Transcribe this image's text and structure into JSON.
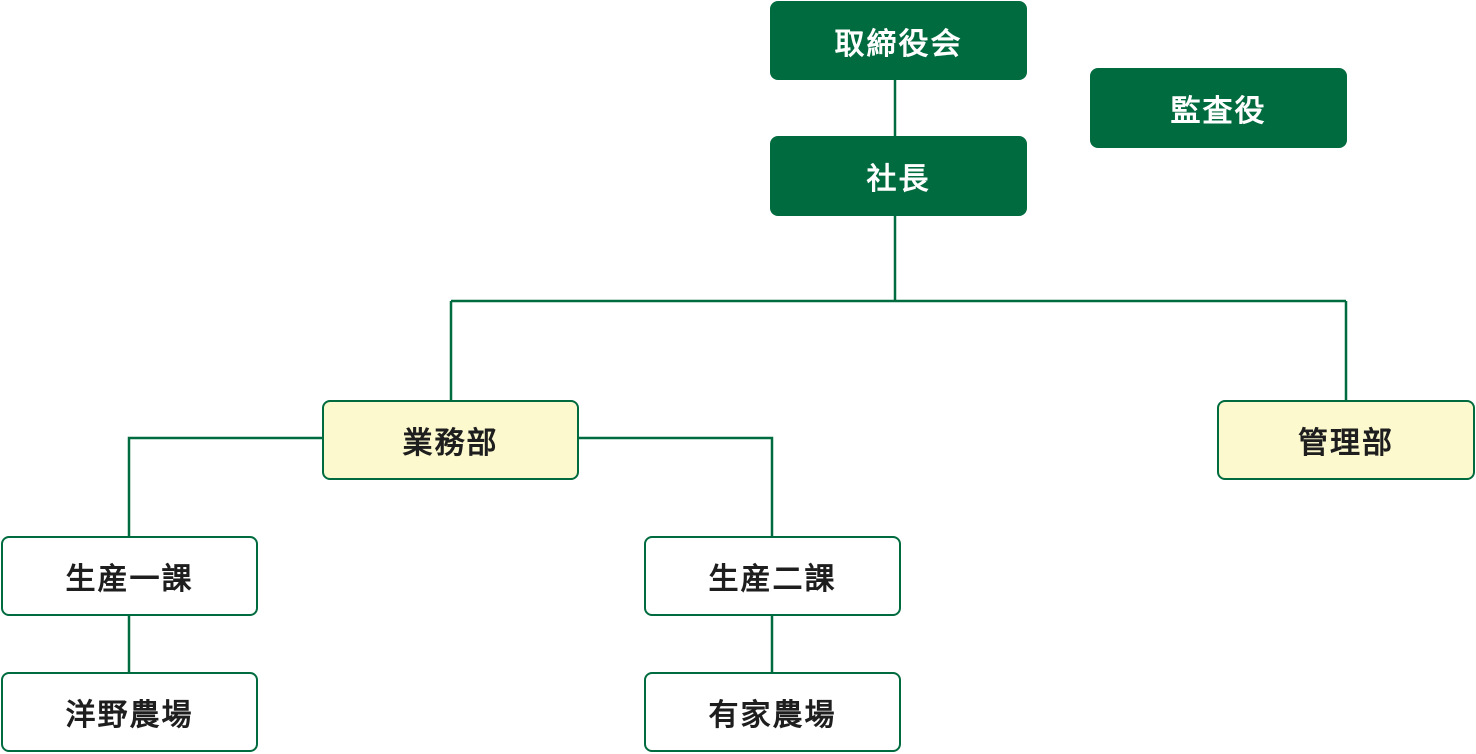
{
  "colors": {
    "primary": "#006b3f",
    "department_fill": "#fcf9cf",
    "section_fill": "#ffffff",
    "connector": "#006b3f"
  },
  "org": {
    "board": "取締役会",
    "auditor": "監査役",
    "president": "社長",
    "departments": [
      {
        "label": "業務部"
      },
      {
        "label": "管理部"
      }
    ],
    "sections": [
      {
        "label": "生産一課",
        "farm": "洋野農場"
      },
      {
        "label": "生産二課",
        "farm": "有家農場"
      }
    ]
  }
}
